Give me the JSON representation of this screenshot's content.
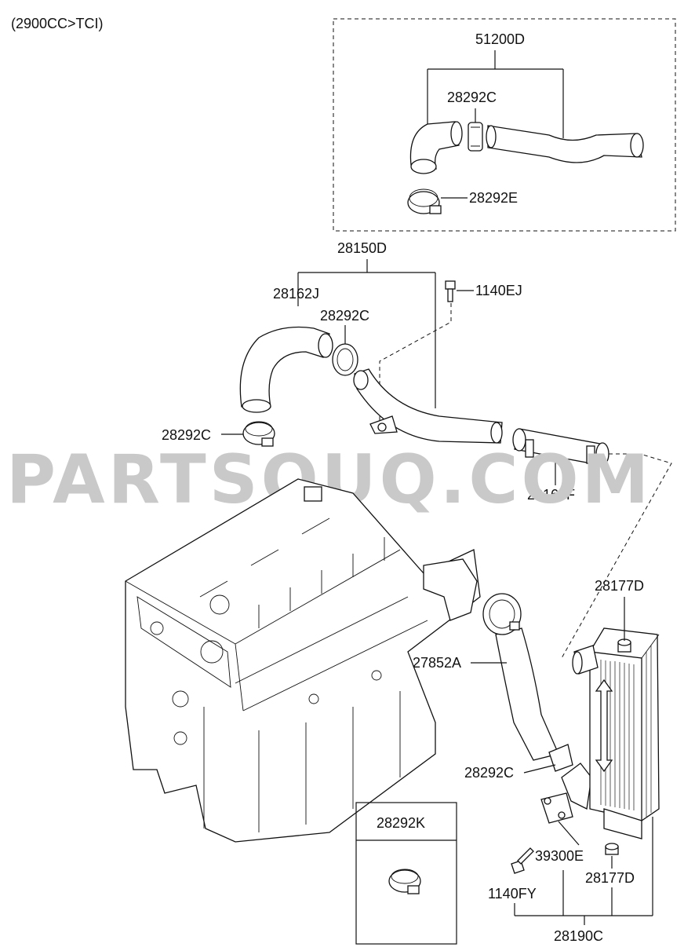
{
  "header": {
    "variant": "(2900CC>TCI)"
  },
  "watermark": "PARTSOUQ.COM",
  "labels": {
    "p51200D": "51200D",
    "p28292C_top": "28292C",
    "p28292E": "28292E",
    "p28150D": "28150D",
    "p28162J": "28162J",
    "p1140EJ": "1140EJ",
    "p28292C_mid": "28292C",
    "p28292C_left": "28292C",
    "p28163F": "28163F",
    "p28177D_top": "28177D",
    "p27852A": "27852A",
    "p28292C_low": "28292C",
    "p39300E": "39300E",
    "p28177D_low": "28177D",
    "p1140FY": "1140FY",
    "p28190C": "28190C",
    "p28292K": "28292K"
  },
  "icons": {
    "engine": "engine-block-icon",
    "intercooler": "intercooler-icon",
    "hose": "hose-icon",
    "clamp": "hose-clamp-icon",
    "bolt": "bolt-icon",
    "sensor": "sensor-icon",
    "nut": "nut-icon"
  },
  "colors": {
    "line": "#111111",
    "watermark": "#c9c9c9",
    "background": "#ffffff"
  }
}
